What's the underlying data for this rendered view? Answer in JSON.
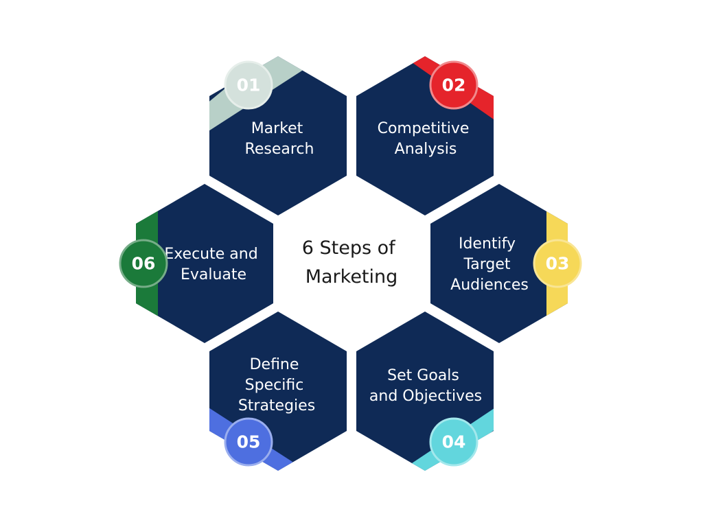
{
  "title_lines": [
    "6 Steps of",
    "Marketing"
  ],
  "colors": {
    "hexagon": "#0f2a56",
    "step_01": "#b8d0c8",
    "step_02": "#e5242b",
    "step_03": "#f6d858",
    "step_04": "#62d6dd",
    "step_05": "#4e6fe0",
    "step_06": "#1b7a3a"
  },
  "steps": [
    {
      "number": "01",
      "lines": [
        "Market",
        "Research"
      ]
    },
    {
      "number": "02",
      "lines": [
        "Competitive",
        "Analysis"
      ]
    },
    {
      "number": "03",
      "lines": [
        "Identify",
        "Target",
        "Audiences"
      ]
    },
    {
      "number": "04",
      "lines": [
        "Set Goals",
        "and Objectives"
      ]
    },
    {
      "number": "05",
      "lines": [
        "Define",
        "Specific",
        "Strategies"
      ]
    },
    {
      "number": "06",
      "lines": [
        "Execute and",
        "Evaluate"
      ]
    }
  ]
}
